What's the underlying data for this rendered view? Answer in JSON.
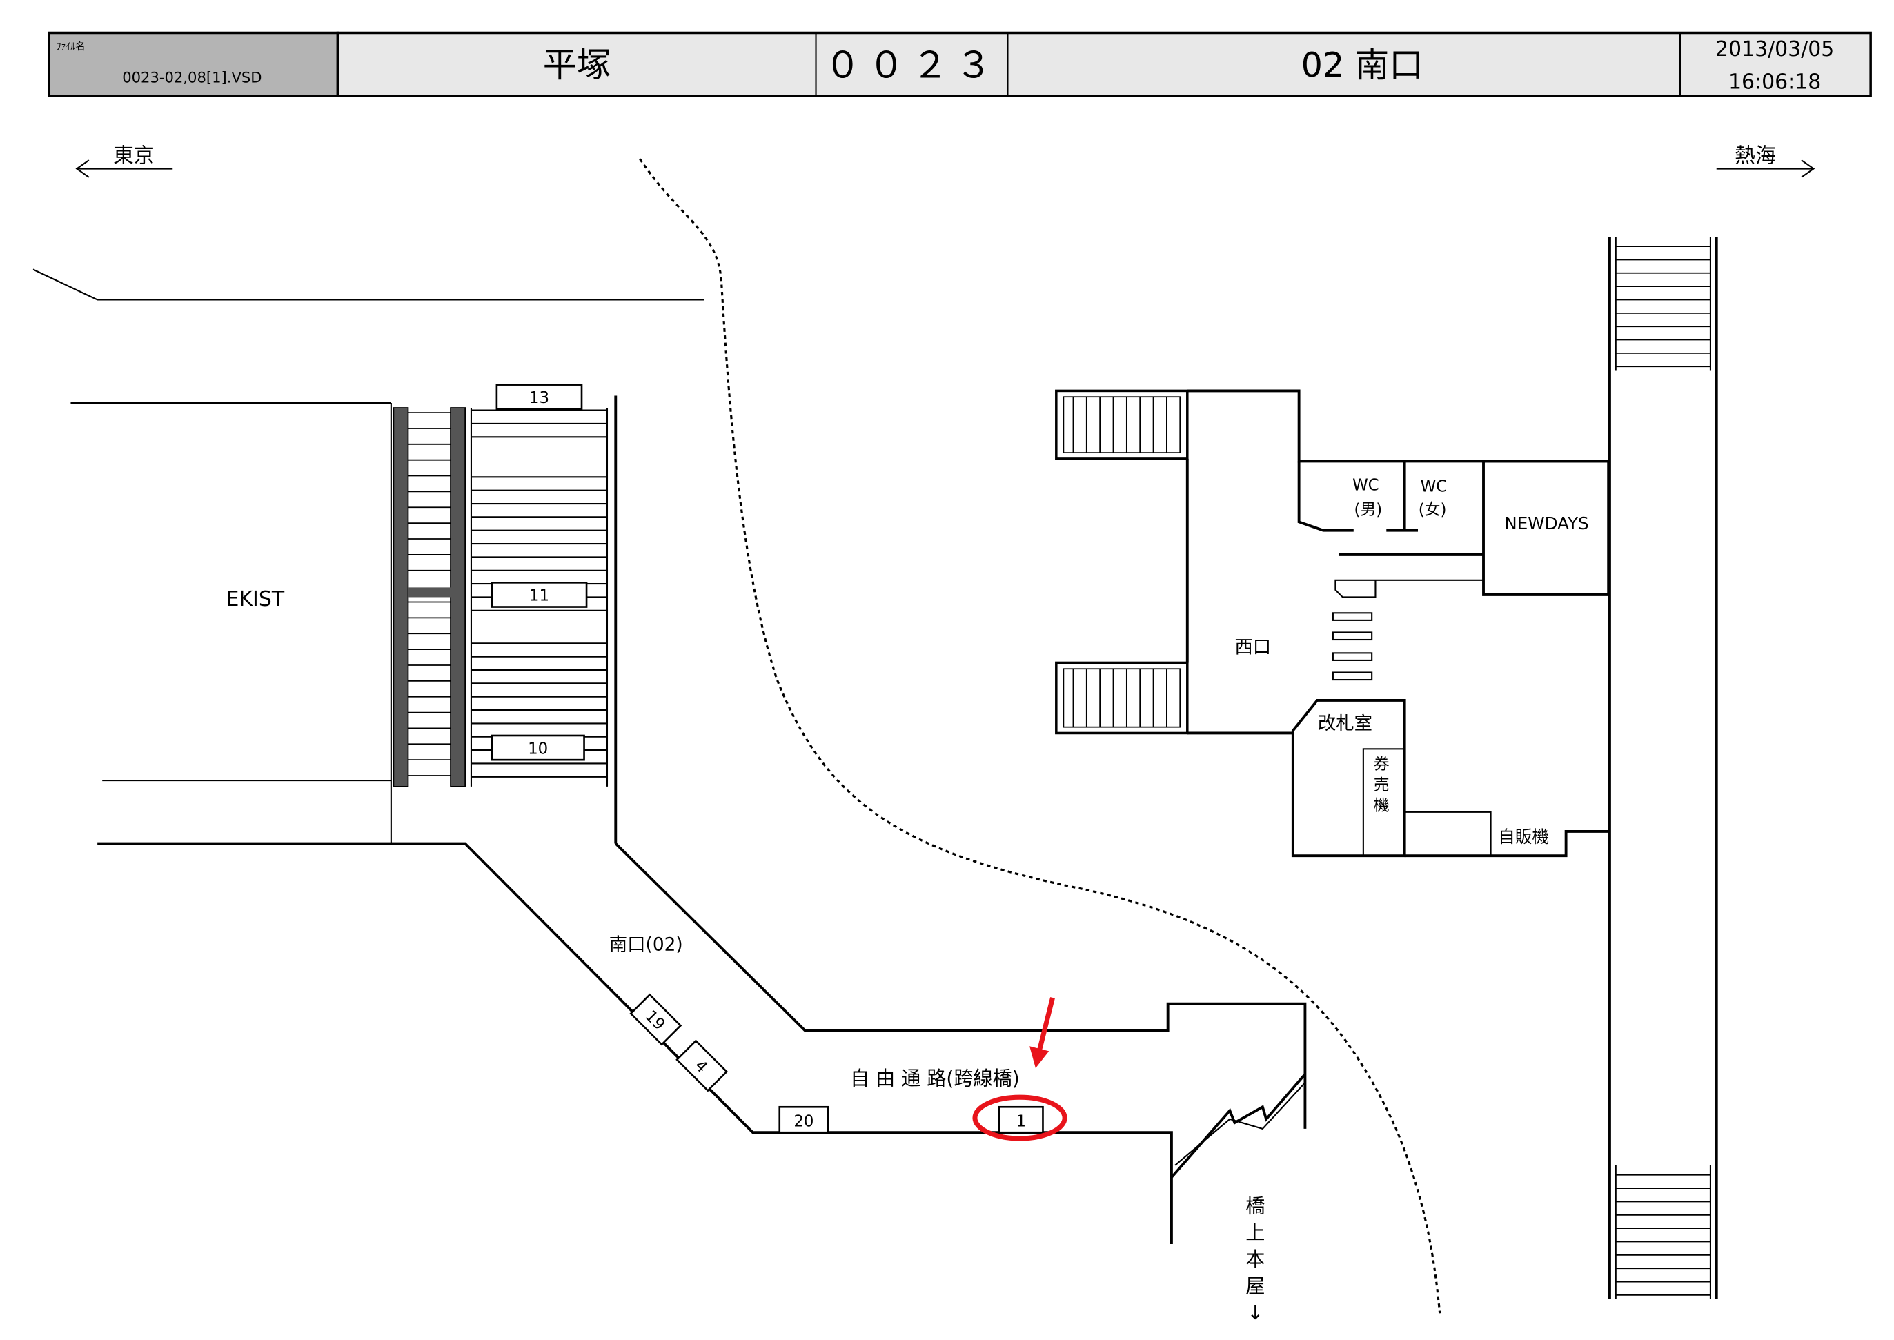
{
  "header": {
    "file_label": "ﾌｧｲﾙ名",
    "file_name": "0023-02,08[1].VSD",
    "station": "平塚",
    "station_code": "００２３",
    "exit": "02 南口",
    "date": "2013/03/05",
    "time": "16:06:18"
  },
  "directions": {
    "left": "東京",
    "right": "熱海"
  },
  "labels": {
    "ekist": "EKIST",
    "south_exit": "南口(02)",
    "free_passage": "自 由 通 路(跨線橋)",
    "bridge_building": [
      "橋",
      "上",
      "本",
      "屋",
      "↓"
    ],
    "west_exit": "西口",
    "wc_men": "WC",
    "wc_men_sub": "(男)",
    "wc_women": "WC",
    "wc_women_sub": "(女)",
    "newdays": "NEWDAYS",
    "ticket_office": "改札室",
    "ticket_machine": [
      "券",
      "売",
      "機"
    ],
    "vending": "自販機"
  },
  "markers": [
    "13",
    "11",
    "10",
    "19",
    "4",
    "20",
    "1"
  ],
  "highlight": {
    "marker": "1",
    "color": "#e8141b"
  }
}
